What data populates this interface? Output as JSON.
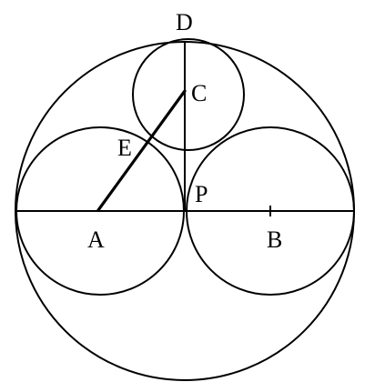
{
  "labels": {
    "D": "D",
    "C": "C",
    "E": "E",
    "P": "P",
    "A": "A",
    "B": "B"
  },
  "colors": {
    "stroke": "#000000",
    "background": "#ffffff"
  }
}
